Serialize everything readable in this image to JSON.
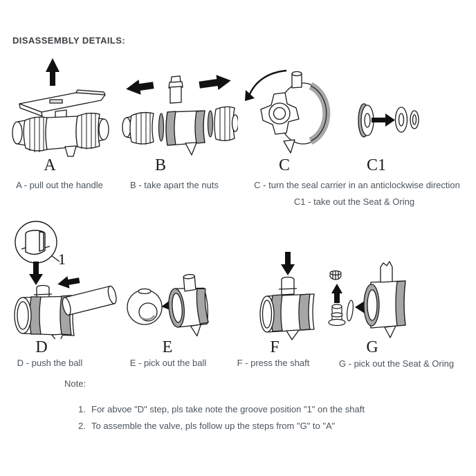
{
  "title": "DISASSEMBLY DETAILS:",
  "colors": {
    "caption_text": "#4b545c",
    "letter_text": "#1c1c1c",
    "line": "#1a1a1a",
    "shade": "#a6a6a6",
    "arrow": "#111111",
    "background": "#ffffff"
  },
  "steps": {
    "row1": [
      {
        "letter": "A",
        "caption": "A - pull out the handle"
      },
      {
        "letter": "B",
        "caption": "B - take apart the nuts"
      },
      {
        "letter": "C",
        "caption": "C - turn the seal carrier in an anticlockwise direction"
      },
      {
        "letter": "C1",
        "caption": "C1 - take out the Seat & Oring"
      }
    ],
    "row2": [
      {
        "letter": "D",
        "caption": "D - push the ball",
        "callout": "1"
      },
      {
        "letter": "E",
        "caption": "E - pick out the ball"
      },
      {
        "letter": "F",
        "caption": "F - press the shaft"
      },
      {
        "letter": "G",
        "caption": "G - pick out the Seat & Oring"
      }
    ]
  },
  "note": {
    "label": "Note:",
    "items": [
      {
        "num": "1.",
        "text": "For abvoe \"D\" step, pls take note the groove position \"1\" on the shaft"
      },
      {
        "num": "2.",
        "text": "To assemble the valve, pls follow up the steps from \"G\" to \"A\""
      }
    ]
  }
}
